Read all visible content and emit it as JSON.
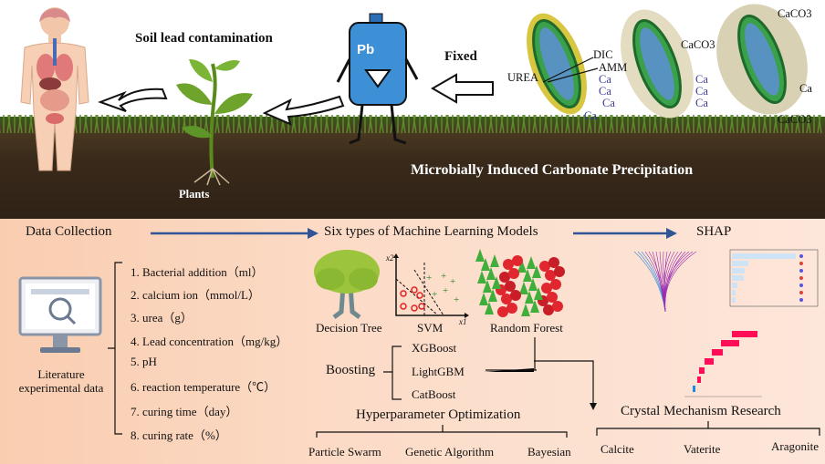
{
  "top": {
    "soil_label": "Soil lead contamination",
    "plants_label": "Plants",
    "pb_label": "Pb",
    "fixed_label": "Fixed",
    "micp_label": "Microbially Induced  Carbonate Precipitation",
    "bacteria_labels": {
      "urea": "UREA",
      "dic": "DIC",
      "amm": "AMM",
      "ca": "Ca",
      "caco3": "CaCO3"
    }
  },
  "sections": {
    "data_collection": "Data Collection",
    "ml_models": "Six types of Machine Learning Models",
    "shap": "SHAP"
  },
  "data_source": {
    "line1": "Literature",
    "line2": "experimental data"
  },
  "features": [
    "1. Bacterial addition（ml）",
    "2. calcium ion（mmol/L）",
    "3. urea（g）",
    "4. Lead concentration（mg/kg）",
    "5. pH",
    "6. reaction temperature（℃）",
    "7. curing time（day）",
    "8. curing rate（%）"
  ],
  "models": {
    "decision_tree": "Decision Tree",
    "svm": "SVM",
    "svm_x1": "x1",
    "svm_x2": "x2",
    "random_forest": "Random Forest",
    "boosting": "Boosting",
    "boosting_items": [
      "XGBoost",
      "LightGBM",
      "CatBoost"
    ]
  },
  "hyperparameter": {
    "title": "Hyperparameter Optimization",
    "methods": [
      "Particle Swarm",
      "Genetic Algorithm",
      "Bayesian"
    ]
  },
  "crystal": {
    "title": "Crystal Mechanism Research",
    "types": [
      "Calcite",
      "Vaterite",
      "Aragonite"
    ]
  },
  "colors": {
    "arrow_blue": "#2f5597",
    "shap_pink": "#ff0d57",
    "shap_blue": "#1e88e5"
  }
}
